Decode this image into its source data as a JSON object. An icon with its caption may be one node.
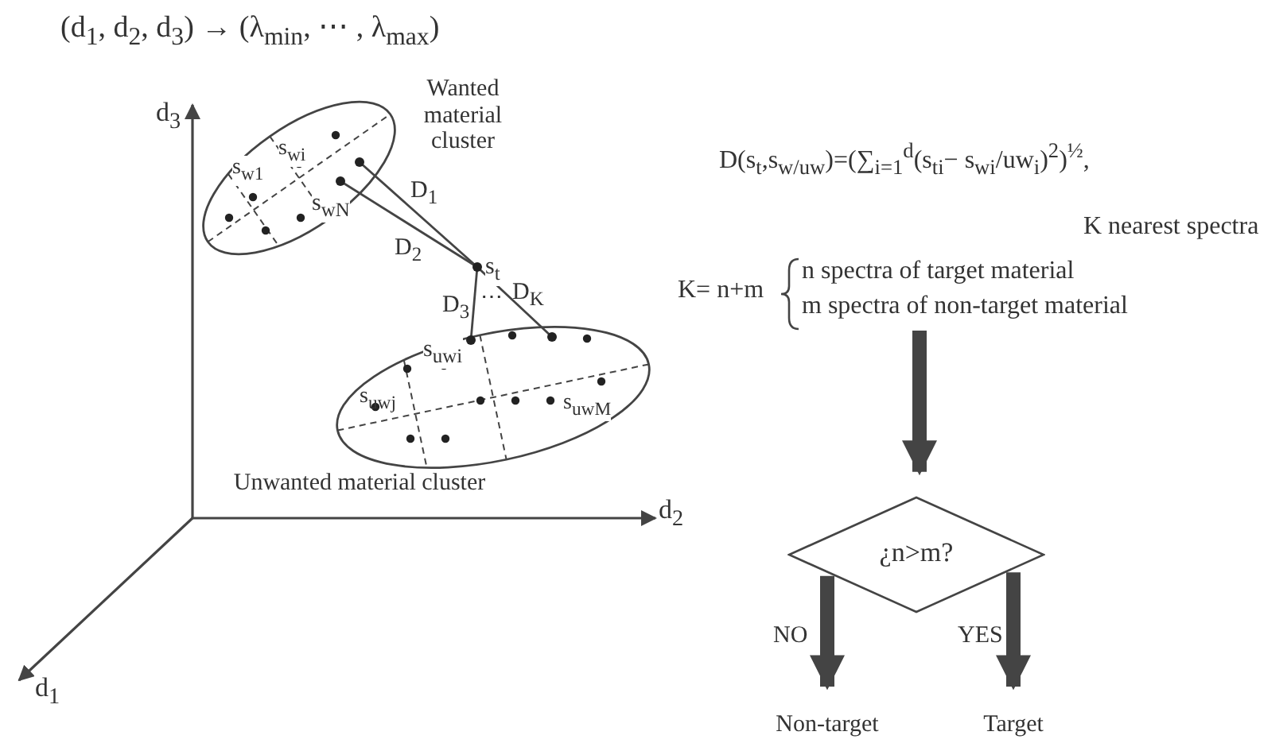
{
  "diagram": {
    "title": "(d$_{1}$, d$_{2}$, d$_{3}$) → (λ$_{min}$, ⋯ , λ$_{max}$)",
    "nodes": [
      {
        "text": [
          "Wanted material cluster"
        ]
      },
      {
        "text": [],
        "shape": "circle",
        "in": 0
      },
      {
        "text": [
          "s$_{wN}$"
        ],
        "in": 0
      },
      {
        "text": [
          "s$_{t}$"
        ]
      },
      {
        "text": [
          "Unwanted material cluster"
        ]
      },
      {
        "text": [
          "s$_{uwi}$"
        ],
        "in": 4
      },
      {
        "text": [],
        "shape": "circle",
        "in": 4
      },
      {
        "text": [
          "K nearest spectra",
          "K= n+m",
          "n spectra of target material",
          "m spectra of non-target material"
        ]
      },
      {
        "text": [
          "¿n>m?"
        ]
      },
      {
        "text": [
          "Non-target"
        ]
      },
      {
        "text": [
          "Target"
        ]
      }
    ],
    "edges": [
      {
        "from": 1,
        "to": 3,
        "arrow": "none",
        "label": "D$_{1}$"
      },
      {
        "from": 2,
        "to": 3,
        "arrow": "none",
        "label": "D$_{2}$"
      },
      {
        "from": 3,
        "to": 5,
        "arrow": "none",
        "label": "D$_{3}$"
      },
      {
        "from": 3,
        "to": 6,
        "arrow": "none",
        "label": "D$_{K}$"
      },
      {
        "from": 7,
        "to": 8,
        "arrow": "to",
        "style": "thick"
      },
      {
        "from": 8,
        "to": 9,
        "arrow": "to",
        "style": "thick",
        "label": "NO"
      },
      {
        "from": 8,
        "to": 10,
        "arrow": "to",
        "style": "thick",
        "label": "YES"
      }
    ],
    "labels": [
      "D(s$_{t}$,s$_{w/uw}$)=(∑$_{i=1}$$^{d}$(s$_{ti}$− s$_{wi}$/uw$_{i}$)$^{2}$)$^{½}$,",
      "d$_{3}$",
      "s$_{w1}$",
      "s$_{wi}$",
      "⋯",
      "s$_{uwj}$",
      "s$_{uwM}$",
      "d$_{2}$",
      "d$_{1}$"
    ]
  }
}
